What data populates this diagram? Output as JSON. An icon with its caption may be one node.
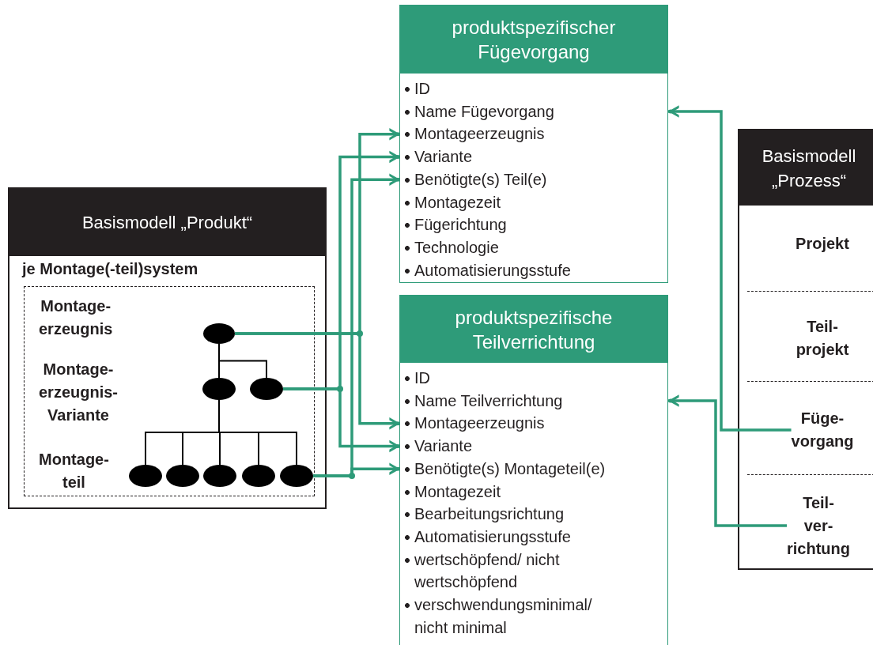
{
  "diagram": {
    "nodes": [
      {
        "text": [
          "Basismodell „Produkt“",
          "je Montage(-teil)system"
        ]
      },
      {
        "text": [
          "Montage- erzeugnis",
          "Montage- erzeugnis- Variante",
          "Montage- teil"
        ],
        "in": 0
      },
      {
        "text": [],
        "shape": "ellipse",
        "in": 1
      },
      {
        "text": [],
        "shape": "ellipse",
        "in": 1
      },
      {
        "text": [],
        "shape": "ellipse",
        "in": 1
      },
      {
        "text": [],
        "shape": "ellipse",
        "in": 1
      },
      {
        "text": [],
        "shape": "ellipse",
        "in": 1
      },
      {
        "text": [],
        "shape": "ellipse",
        "in": 1
      },
      {
        "text": [],
        "shape": "ellipse",
        "in": 1
      },
      {
        "text": [],
        "shape": "ellipse",
        "in": 1
      },
      {
        "text": [
          "produktspezifischer Fügevorgang"
        ]
      },
      {
        "text": [
          "ID"
        ],
        "in": 10
      },
      {
        "text": [
          "Name Fügevorgang"
        ],
        "in": 10
      },
      {
        "text": [
          "Montageerzeugnis"
        ],
        "in": 10
      },
      {
        "text": [
          "Variante"
        ],
        "in": 10
      },
      {
        "text": [
          "Benötigte(s) Teil(e)"
        ],
        "in": 10
      },
      {
        "text": [
          "Montagezeit"
        ],
        "in": 10
      },
      {
        "text": [
          "Fügerichtung"
        ],
        "in": 10
      },
      {
        "text": [
          "Technologie"
        ],
        "in": 10
      },
      {
        "text": [
          "Automatisierungsstufe"
        ],
        "in": 10
      },
      {
        "text": [
          "produktspezifische Teilverrichtung"
        ]
      },
      {
        "text": [
          "ID"
        ],
        "in": 20
      },
      {
        "text": [
          "Name Teilverrichtung"
        ],
        "in": 20
      },
      {
        "text": [
          "Montageerzeugnis"
        ],
        "in": 20
      },
      {
        "text": [
          "Variante"
        ],
        "in": 20
      },
      {
        "text": [
          "Benötigte(s) Montageteil(e)"
        ],
        "in": 20
      },
      {
        "text": [
          "Montagezeit"
        ],
        "in": 20
      },
      {
        "text": [
          "Bearbeitungsrichtung"
        ],
        "in": 20
      },
      {
        "text": [
          "Automatisierungsstufe"
        ],
        "in": 20
      },
      {
        "text": [
          "wertschöpfend/ nicht wertschöpfend"
        ],
        "in": 20
      },
      {
        "text": [
          "verschwendungsminimal/ nicht minimal"
        ],
        "in": 20
      },
      {
        "text": [
          "Basismodell „Prozess“"
        ]
      },
      {
        "text": [
          "Projekt"
        ],
        "in": 31
      },
      {
        "text": [
          "Teil- projekt"
        ],
        "in": 31
      },
      {
        "text": [
          "Füge- vorgang"
        ],
        "in": 31
      },
      {
        "text": [
          "Teil- ver- richtung"
        ],
        "in": 31
      }
    ],
    "edges": [
      {
        "from": 2,
        "to": 3,
        "arrow": "none",
        "color": "#000000"
      },
      {
        "from": 2,
        "to": 4,
        "arrow": "none",
        "color": "#000000"
      },
      {
        "from": 3,
        "to": 5,
        "arrow": "none",
        "color": "#000000"
      },
      {
        "from": 3,
        "to": 6,
        "arrow": "none",
        "color": "#000000"
      },
      {
        "from": 3,
        "to": 7,
        "arrow": "none",
        "color": "#000000"
      },
      {
        "from": 3,
        "to": 8,
        "arrow": "none",
        "color": "#000000"
      },
      {
        "from": 3,
        "to": 9,
        "arrow": "none",
        "color": "#000000"
      },
      {
        "from": 2,
        "to": 13,
        "arrow": "to"
      },
      {
        "from": 2,
        "to": 23,
        "arrow": "to"
      },
      {
        "from": 4,
        "to": 14,
        "arrow": "to"
      },
      {
        "from": 4,
        "to": 24,
        "arrow": "to"
      },
      {
        "from": 9,
        "to": 15,
        "arrow": "to"
      },
      {
        "from": 9,
        "to": 25,
        "arrow": "to"
      },
      {
        "from": 34,
        "to": 10,
        "arrow": "to"
      },
      {
        "from": 35,
        "to": 20,
        "arrow": "to"
      }
    ]
  }
}
